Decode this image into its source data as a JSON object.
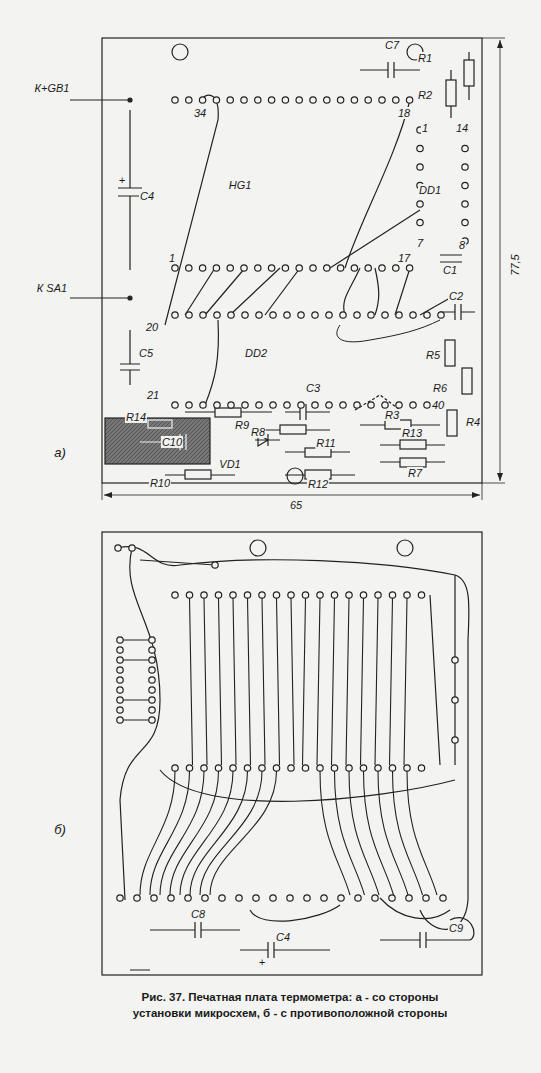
{
  "diagram": {
    "caption": "Рис. 37. Печатная плата термометра: а - со стороны установки микросхем, б - с противоположной стороны",
    "labels": [
      "К+GB1",
      "К SA1",
      "C7",
      "R1",
      "R2",
      "34",
      "18",
      "1",
      "14",
      "DD1",
      "7",
      "8",
      "HG1",
      "C4",
      "+",
      "1",
      "17",
      "C1",
      "C2",
      "77,5",
      "20",
      "C5",
      "DD2",
      "R5",
      "R6",
      "21",
      "C3",
      "R4",
      "40",
      "R14",
      "R9",
      "R8",
      "R3",
      "R13",
      "C10",
      "R11",
      "VD1",
      "R10",
      "R12",
      "R7",
      "65",
      "а)",
      "б)",
      "C8",
      "C4",
      "+",
      "C9"
    ]
  }
}
